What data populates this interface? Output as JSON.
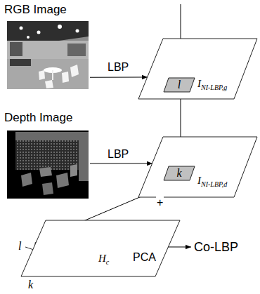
{
  "diagram": {
    "nodes": [
      {
        "text": [
          "RGB Image"
        ]
      },
      {
        "text": [
          "I",
          "NI-LBP,g"
        ]
      },
      {
        "text": [
          "l"
        ],
        "in": 1
      },
      {
        "text": [
          "Depth Image"
        ]
      },
      {
        "text": [
          "I",
          "NI-LBP,d"
        ]
      },
      {
        "text": [
          "k"
        ],
        "in": 4
      },
      {
        "text": [
          "H",
          "c"
        ]
      },
      {
        "text": [
          "Co-LBP"
        ]
      }
    ],
    "edges": [
      {
        "from": 0,
        "to": 1,
        "arrow": "to",
        "label": "LBP"
      },
      {
        "from": 3,
        "to": 4,
        "arrow": "to",
        "label": "LBP"
      },
      {
        "from": 2,
        "to": 5,
        "arrow": "to"
      },
      {
        "from": 5,
        "to": 6,
        "arrow": "to",
        "label": "+"
      },
      {
        "from": 6,
        "to": 7,
        "arrow": "to",
        "label": "PCA"
      }
    ],
    "labels": [
      "l",
      "k"
    ]
  }
}
